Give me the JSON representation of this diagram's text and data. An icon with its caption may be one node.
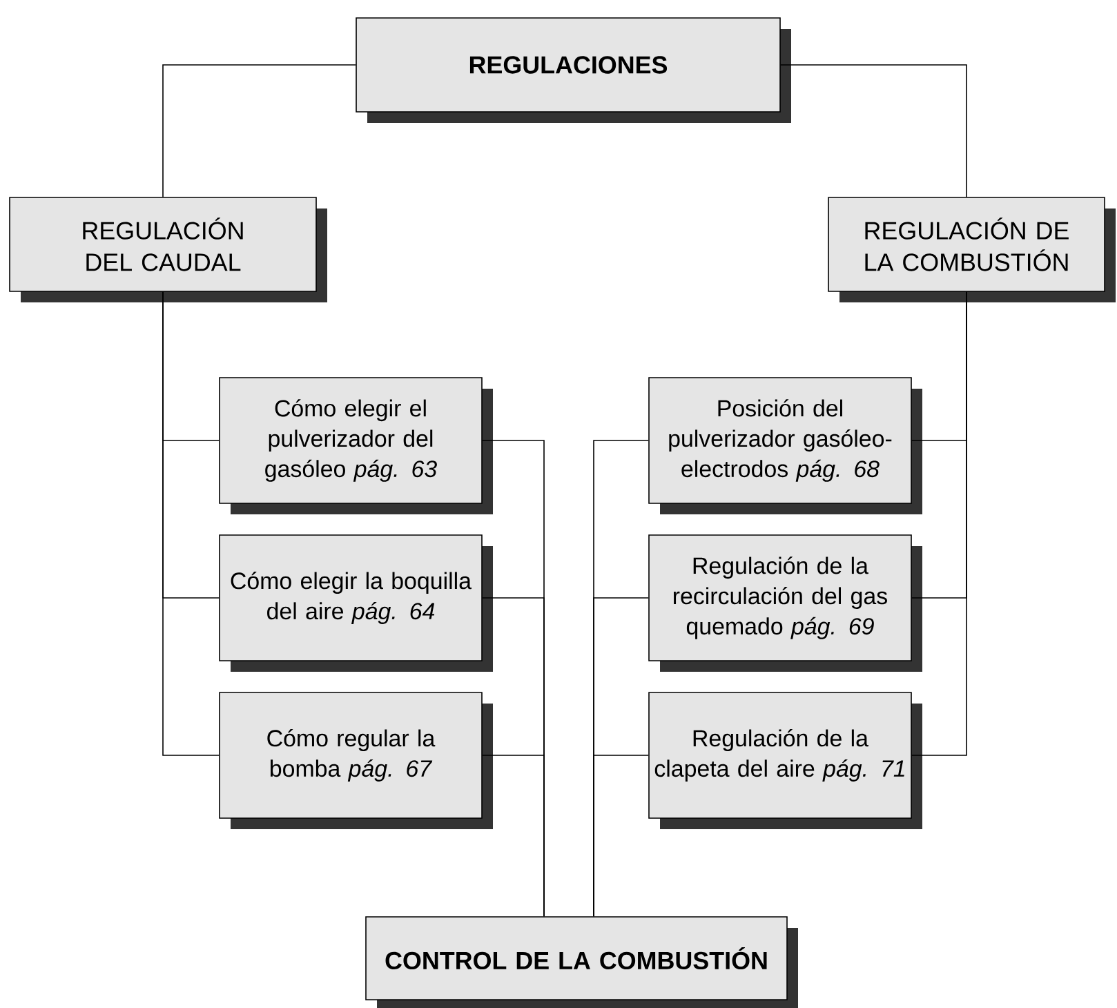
{
  "diagram": {
    "nodes": [
      {
        "text": [
          "REGULACIONES"
        ]
      },
      {
        "text": [
          "REGULACIÓN DEL CAUDAL"
        ]
      },
      {
        "text": [
          "REGULACIÓN DE LA COMBUSTIÓN"
        ]
      },
      {
        "text": [
          "Cómo elegir el pulverizador del gasóleo *pág. 63*"
        ]
      },
      {
        "text": [
          "Cómo elegir la boquilla del aire *pág. 64*"
        ]
      },
      {
        "text": [
          "Cómo regular la bomba *pág. 67*"
        ]
      },
      {
        "text": [
          "Posición del pulverizador gasóleo-electrodos *pág. 68*"
        ]
      },
      {
        "text": [
          "Regulación de la recirculación del gas quemado *pág. 69*"
        ]
      },
      {
        "text": [
          "Regulación de la clapeta del aire *pág. 71*"
        ]
      },
      {
        "text": [
          "CONTROL DE LA COMBUSTIÓN"
        ]
      }
    ],
    "edges": [
      {
        "from": 0,
        "to": 1,
        "arrow": "none"
      },
      {
        "from": 0,
        "to": 2,
        "arrow": "none"
      },
      {
        "from": 1,
        "to": 3,
        "arrow": "none"
      },
      {
        "from": 1,
        "to": 4,
        "arrow": "none"
      },
      {
        "from": 1,
        "to": 5,
        "arrow": "none"
      },
      {
        "from": 2,
        "to": 6,
        "arrow": "none"
      },
      {
        "from": 2,
        "to": 7,
        "arrow": "none"
      },
      {
        "from": 2,
        "to": 8,
        "arrow": "none"
      },
      {
        "from": 3,
        "to": 9,
        "arrow": "none"
      },
      {
        "from": 4,
        "to": 9,
        "arrow": "none"
      },
      {
        "from": 5,
        "to": 9,
        "arrow": "none"
      },
      {
        "from": 6,
        "to": 9,
        "arrow": "none"
      },
      {
        "from": 7,
        "to": 9,
        "arrow": "none"
      },
      {
        "from": 8,
        "to": 9,
        "arrow": "none"
      }
    ]
  }
}
